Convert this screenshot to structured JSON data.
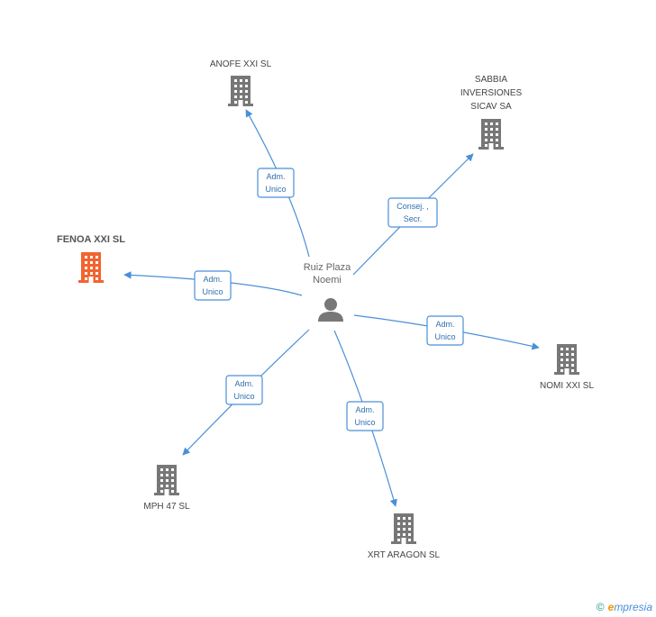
{
  "center": {
    "name_line1": "Ruiz Plaza",
    "name_line2": "Noemi",
    "icon": "person-icon"
  },
  "companies": [
    {
      "id": "anofe",
      "lines": [
        "ANOFE XXI SL"
      ],
      "relation": [
        "Adm.",
        "Unico"
      ],
      "icon": "building-icon",
      "color": "#777777"
    },
    {
      "id": "sabbia",
      "lines": [
        "SABBIA",
        "INVERSIONES",
        "SICAV SA"
      ],
      "relation": [
        "Consej. ,",
        "Secr."
      ],
      "icon": "building-icon",
      "color": "#777777"
    },
    {
      "id": "fenoa",
      "lines": [
        "FENOA XXI SL"
      ],
      "relation": [
        "Adm.",
        "Unico"
      ],
      "icon": "building-icon",
      "color": "#f26430",
      "highlight": true
    },
    {
      "id": "nomi",
      "lines": [
        "NOMI XXI SL"
      ],
      "relation": [
        "Adm.",
        "Unico"
      ],
      "icon": "building-icon",
      "color": "#777777"
    },
    {
      "id": "mph",
      "lines": [
        "MPH 47 SL"
      ],
      "relation": [
        "Adm.",
        "Unico"
      ],
      "icon": "building-icon",
      "color": "#777777"
    },
    {
      "id": "xrt",
      "lines": [
        "XRT ARAGON SL"
      ],
      "relation": [
        "Adm.",
        "Unico"
      ],
      "icon": "building-icon",
      "color": "#777777"
    }
  ],
  "colors": {
    "edge": "#4a8fd8",
    "person": "#777777"
  },
  "footer": {
    "copyright": "©",
    "brand_initial": "e",
    "brand_rest": "mpresia"
  }
}
